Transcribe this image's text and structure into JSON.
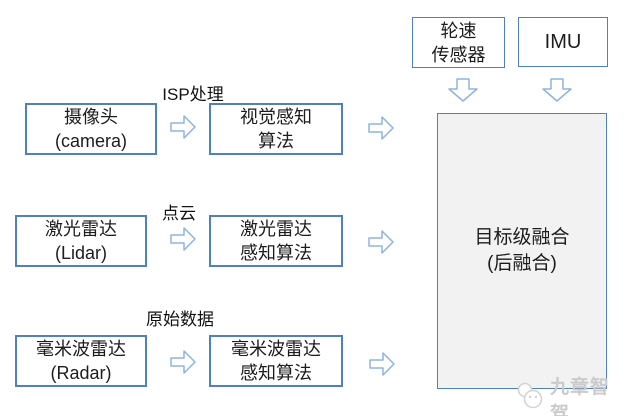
{
  "labels": {
    "isp": "ISP处理",
    "pointcloud": "点云",
    "rawdata": "原始数据"
  },
  "boxes": {
    "camera": [
      "摄像头",
      "(camera)"
    ],
    "vision_algo": [
      "视觉感知",
      "算法"
    ],
    "lidar": [
      "激光雷达",
      "(Lidar)"
    ],
    "lidar_algo": [
      "激光雷达",
      "感知算法"
    ],
    "radar": [
      "毫米波雷达",
      "(Radar)"
    ],
    "radar_algo": [
      "毫米波雷达",
      "感知算法"
    ],
    "wheel_speed": [
      "轮速",
      "传感器"
    ],
    "imu": [
      "IMU"
    ],
    "fusion": [
      "目标级融合",
      "(后融合)"
    ]
  },
  "watermark": {
    "text": "九章智驾"
  },
  "colors": {
    "box_border": "#4f81bd",
    "arrow_outline": "#8db3e2",
    "fusion_fill": "#f2f2f3",
    "text": "#1c1c1c",
    "watermark": "#cbcbcb"
  }
}
